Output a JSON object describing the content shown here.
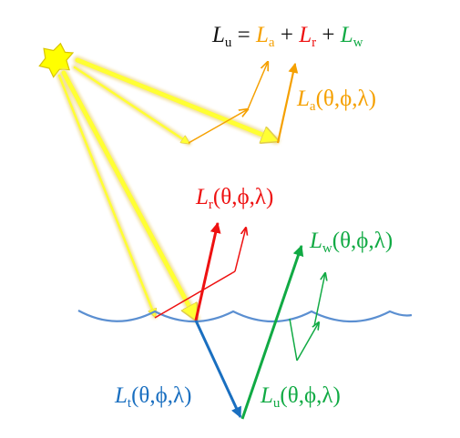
{
  "colors": {
    "sun_fill": "#ffff00",
    "sun_stroke": "#d9c400",
    "ray_yellow": "#ffff33",
    "ray_glow": "#f2e0a0",
    "aerosol_orange": "#f5a000",
    "surface_red": "#ee1111",
    "water_green": "#11aa44",
    "transmitted_blue": "#1a6fc0",
    "wave_blue": "#5b8fd1",
    "text_black": "#111111"
  },
  "equation": {
    "symbol": "L",
    "lhs_sub": "u",
    "equals": " = ",
    "plus": " + ",
    "terms": [
      {
        "symbol": "L",
        "sub": "a",
        "color": "#f5a000"
      },
      {
        "symbol": "L",
        "sub": "r",
        "color": "#ee1111"
      },
      {
        "symbol": "L",
        "sub": "w",
        "color": "#11aa44"
      }
    ]
  },
  "labels": {
    "args": "(θ,ϕ,λ)",
    "aerosol": {
      "symbol": "L",
      "sub": "a"
    },
    "reflected": {
      "symbol": "L",
      "sub": "r"
    },
    "water_leaving": {
      "symbol": "L",
      "sub": "w"
    },
    "transmitted": {
      "symbol": "L",
      "sub": "t"
    },
    "upwelling": {
      "symbol": "L",
      "sub": "u"
    }
  },
  "icons": {
    "sun": "sun-icon",
    "water_surface": "wave-line"
  }
}
